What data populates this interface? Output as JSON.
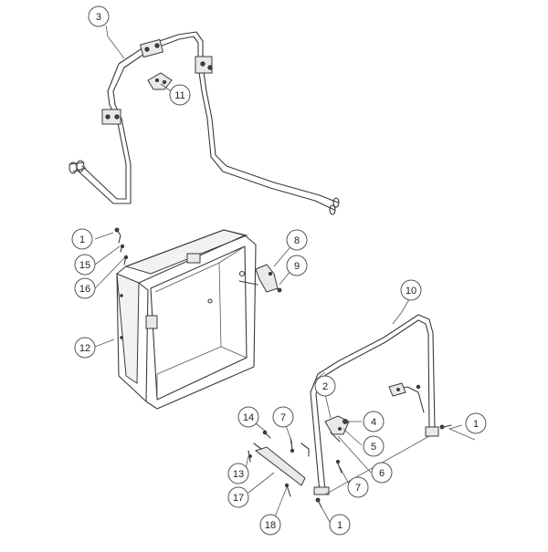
{
  "callouts": [
    {
      "id": "c3",
      "label": "3"
    },
    {
      "id": "c11",
      "label": "11"
    },
    {
      "id": "c1a",
      "label": "1"
    },
    {
      "id": "c15",
      "label": "15"
    },
    {
      "id": "c16",
      "label": "16"
    },
    {
      "id": "c8",
      "label": "8"
    },
    {
      "id": "c9",
      "label": "9"
    },
    {
      "id": "c12",
      "label": "12"
    },
    {
      "id": "c10",
      "label": "10"
    },
    {
      "id": "c2",
      "label": "2"
    },
    {
      "id": "c4",
      "label": "4"
    },
    {
      "id": "c5",
      "label": "5"
    },
    {
      "id": "c6",
      "label": "6"
    },
    {
      "id": "c1b",
      "label": "1"
    },
    {
      "id": "c14",
      "label": "14"
    },
    {
      "id": "c7a",
      "label": "7"
    },
    {
      "id": "c13",
      "label": "13"
    },
    {
      "id": "c17",
      "label": "17"
    },
    {
      "id": "c7b",
      "label": "7"
    },
    {
      "id": "c18",
      "label": "18"
    },
    {
      "id": "c1c",
      "label": "1"
    }
  ],
  "colors": {
    "line": "#3a3a3a",
    "background": "#ffffff"
  }
}
